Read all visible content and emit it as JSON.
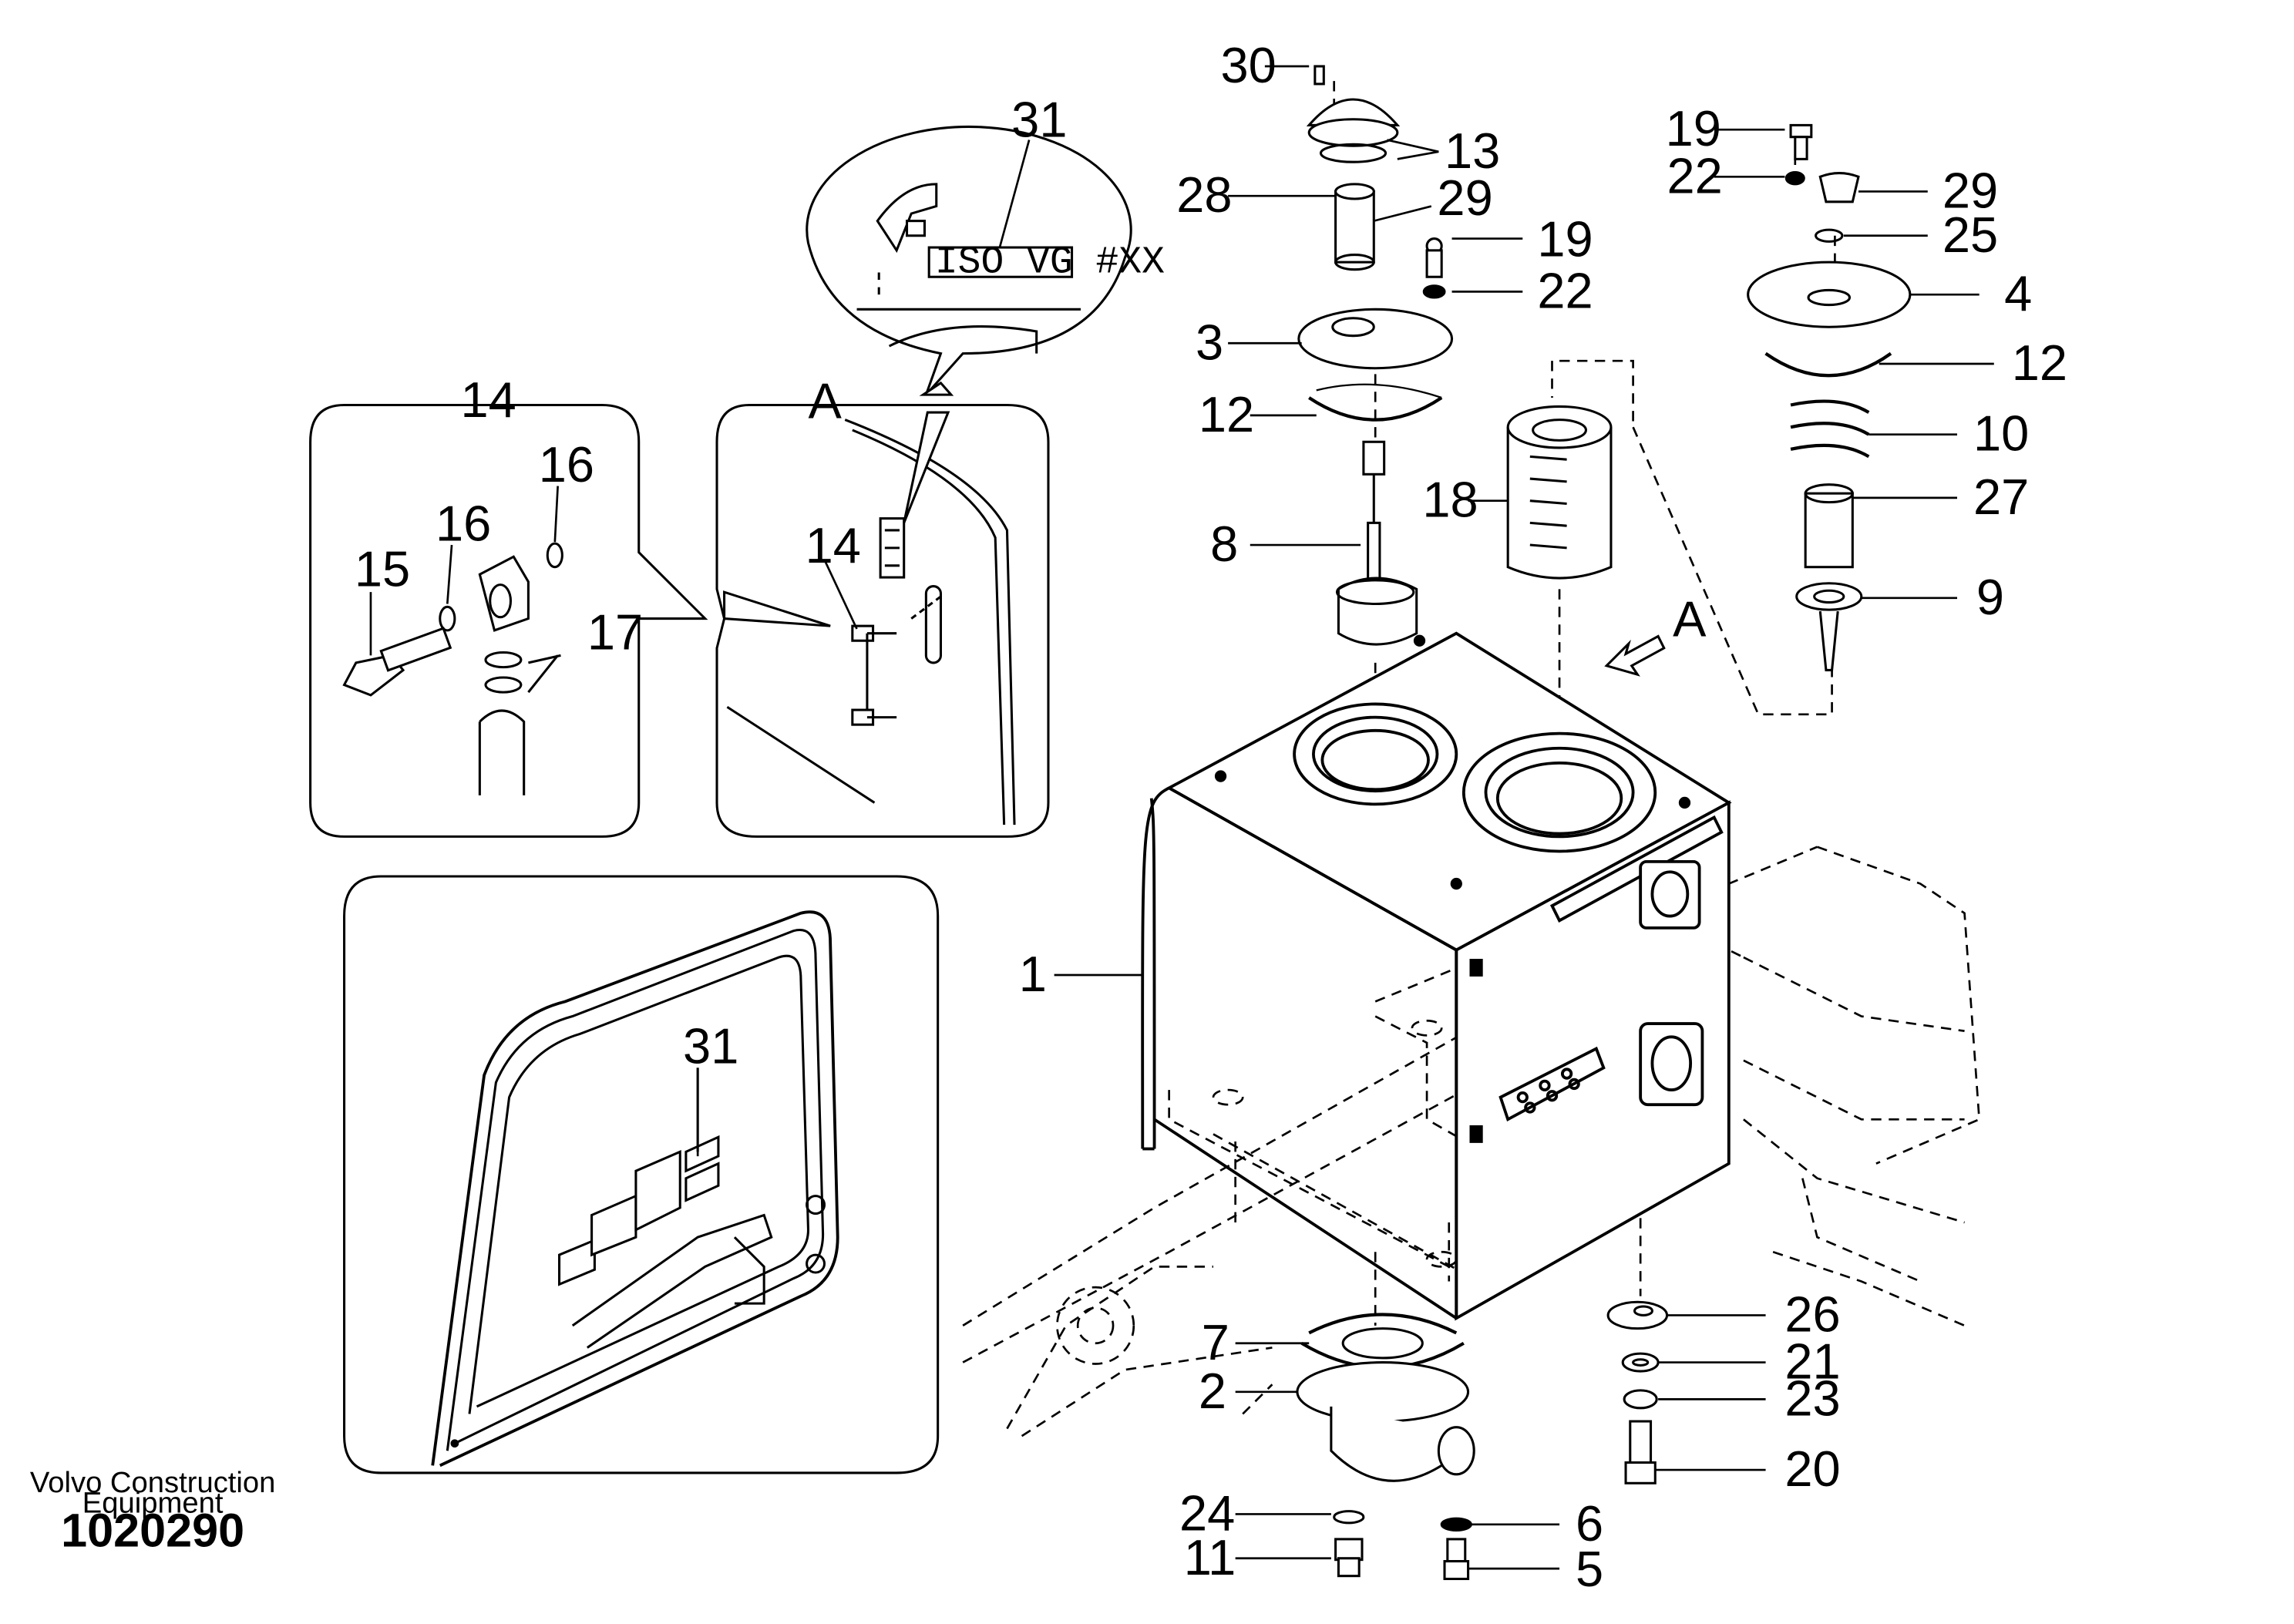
{
  "diagram": {
    "footer": {
      "company_line1": "Volvo Construction",
      "company_line2": "Equipment",
      "drawing_number": "1020290"
    },
    "detail_view_label": "A",
    "direction_arrow_label": "A",
    "inset_label_text": "ISO VG #XX",
    "detail_14_title": "14",
    "part_labels": {
      "p1": "1",
      "p2": "2",
      "p3": "3",
      "p4": "4",
      "p5": "5",
      "p6": "6",
      "p7": "7",
      "p8": "8",
      "p9": "9",
      "p10": "10",
      "p11": "11",
      "p12a": "12",
      "p12b": "12",
      "p13": "13",
      "p14": "14",
      "p15": "15",
      "p16a": "16",
      "p16b": "16",
      "p17": "17",
      "p18": "18",
      "p19a": "19",
      "p19b": "19",
      "p20": "20",
      "p21": "21",
      "p22a": "22",
      "p22b": "22",
      "p23": "23",
      "p24": "24",
      "p25": "25",
      "p26": "26",
      "p27": "27",
      "p28": "28",
      "p29a": "29",
      "p29b": "29",
      "p30": "30",
      "p31a": "31",
      "p31b": "31"
    }
  }
}
